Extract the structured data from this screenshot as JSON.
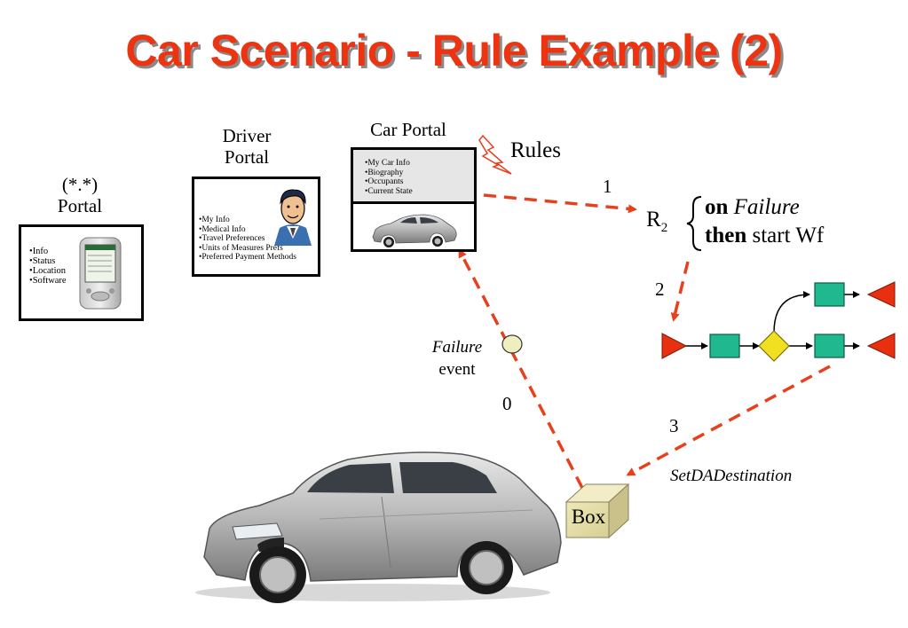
{
  "title": "Car Scenario - Rule Example (2)",
  "generic_portal": {
    "label_line1": "(*.*)",
    "label_line2": "Portal",
    "items": [
      "Info",
      "Status",
      "Location",
      "Software"
    ]
  },
  "driver_portal": {
    "label_line1": "Driver",
    "label_line2": "Portal",
    "items": [
      "My Info",
      "Medical Info",
      "Travel Preferences",
      "Units of Measures Prefs",
      "Preferred Payment Methods"
    ]
  },
  "car_portal": {
    "label": "Car Portal",
    "items": [
      "My Car Info",
      "Biography",
      "Occupants",
      "Current State"
    ]
  },
  "rules_label": "Rules",
  "rule": {
    "name": "R",
    "subscript": "2",
    "line1_keyword": "on",
    "line1_value": "Failure",
    "line2_keyword": "then",
    "line2_value": "start Wf"
  },
  "steps": {
    "step0": "0",
    "step1": "1",
    "step2": "2",
    "step3": "3"
  },
  "failure_event": {
    "line1": "Failure",
    "line2": "event"
  },
  "set_destination": "SetDADestination",
  "box_label": "Box",
  "colors": {
    "title": "#ee3311",
    "arrow": "#e8401c",
    "workflow_task": "#1fb88f",
    "workflow_decision": "#f0e020",
    "workflow_endpoint": "#e83010",
    "box": "#e6e0a8"
  }
}
